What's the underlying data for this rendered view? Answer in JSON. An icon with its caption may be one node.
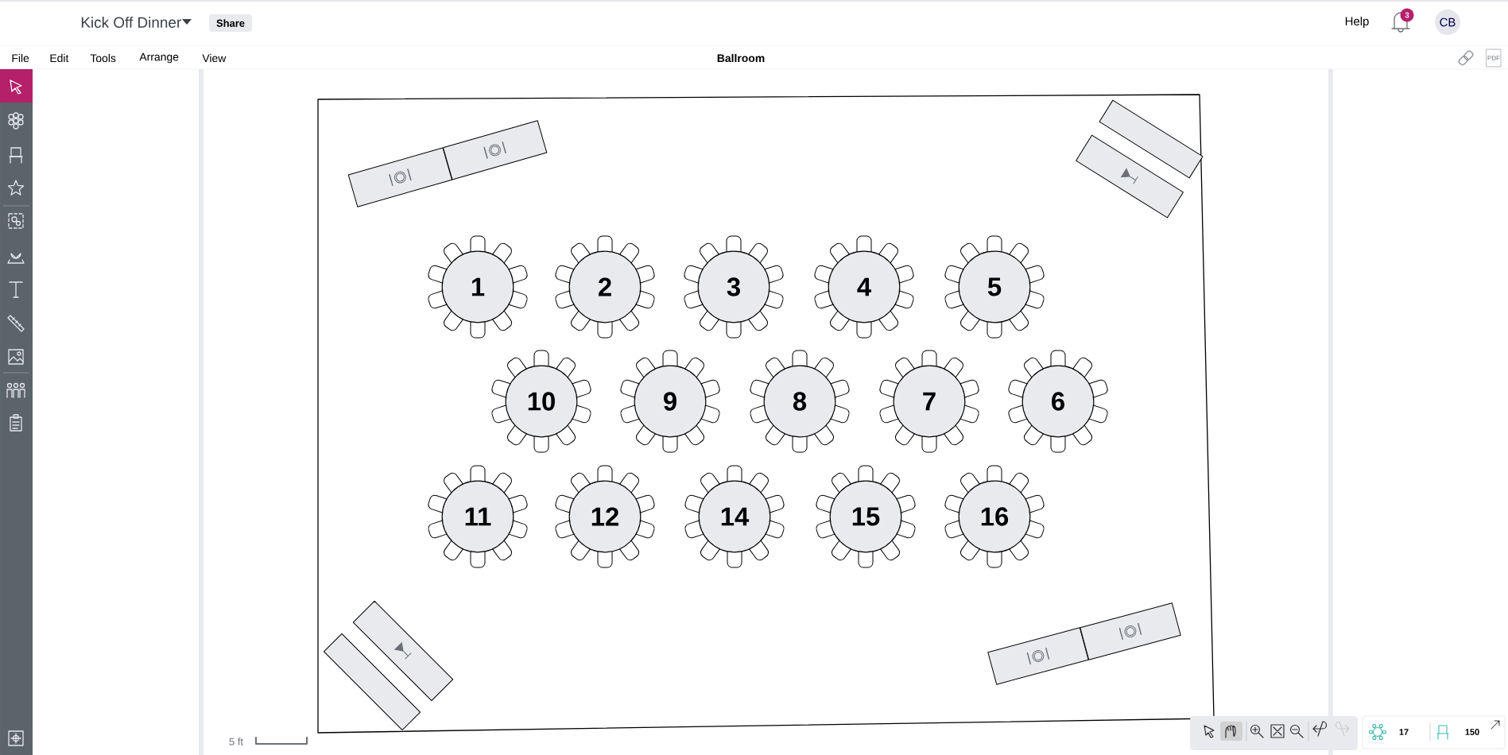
{
  "diagram": {
    "nodes": [
      {
        "text": [
          "1"
        ]
      },
      {
        "text": [
          "2"
        ]
      },
      {
        "text": [
          "3"
        ]
      },
      {
        "text": [
          "4"
        ]
      },
      {
        "text": [
          "5"
        ]
      },
      {
        "text": [
          "10"
        ]
      },
      {
        "text": [
          "9"
        ]
      },
      {
        "text": [
          "8"
        ]
      },
      {
        "text": [
          "7"
        ]
      },
      {
        "text": [
          "6"
        ]
      },
      {
        "text": [
          "11"
        ]
      },
      {
        "text": [
          "12"
        ]
      },
      {
        "text": [
          "14"
        ]
      },
      {
        "text": [
          "15"
        ]
      },
      {
        "text": [
          "16"
        ]
      },
      {
        "text": [],
        "shape": "box"
      },
      {
        "text": [],
        "shape": "box"
      },
      {
        "text": [],
        "shape": "box"
      },
      {
        "text": [],
        "shape": "box"
      },
      {
        "text": [],
        "shape": "box"
      },
      {
        "text": [],
        "shape": "box"
      },
      {
        "text": [],
        "shape": "box"
      },
      {
        "text": [],
        "shape": "box"
      }
    ],
    "labels": [
      "Kick Off Dinner",
      "Share",
      "Help",
      "3",
      "CB",
      "File",
      "Edit",
      "Tools",
      "Arrange",
      "View",
      "Ballroom",
      "PDF",
      "5 ft",
      "17",
      "150"
    ]
  }
}
